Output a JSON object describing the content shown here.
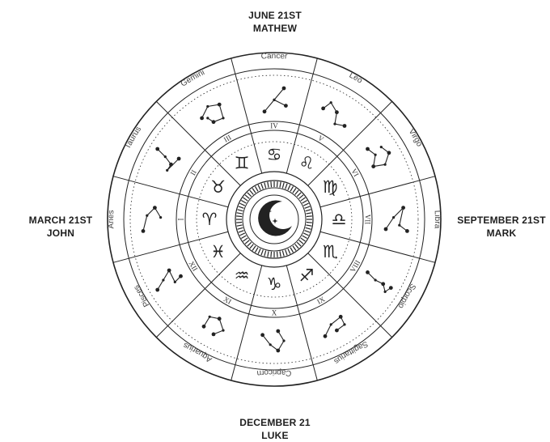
{
  "seasons": {
    "north": {
      "date": "JUNE 21ST",
      "name": "MATHEW"
    },
    "east": {
      "date": "SEPTEMBER 21ST",
      "name": "MARK"
    },
    "south": {
      "date": "DECEMBER 21",
      "name": "LUKE"
    },
    "west": {
      "date": "MARCH 21ST",
      "name": "JOHN"
    }
  },
  "signs": [
    "Cancer",
    "Leo",
    "Virgo",
    "Libra",
    "Scorpio",
    "Sagittarius",
    "Capricorn",
    "Aquarius",
    "Pisces",
    "Aries",
    "Taurus",
    "Gemini"
  ],
  "glyphs": [
    "♋",
    "♌",
    "♍",
    "♎",
    "♏",
    "♐",
    "♑",
    "♒",
    "♓",
    "♈",
    "♉",
    "♊"
  ],
  "houses": [
    "IV",
    "V",
    "VI",
    "VII",
    "VIII",
    "IX",
    "X",
    "XI",
    "XII",
    "I",
    "II",
    "III"
  ],
  "colors": {
    "ink": "#222222",
    "background": "#ffffff"
  }
}
